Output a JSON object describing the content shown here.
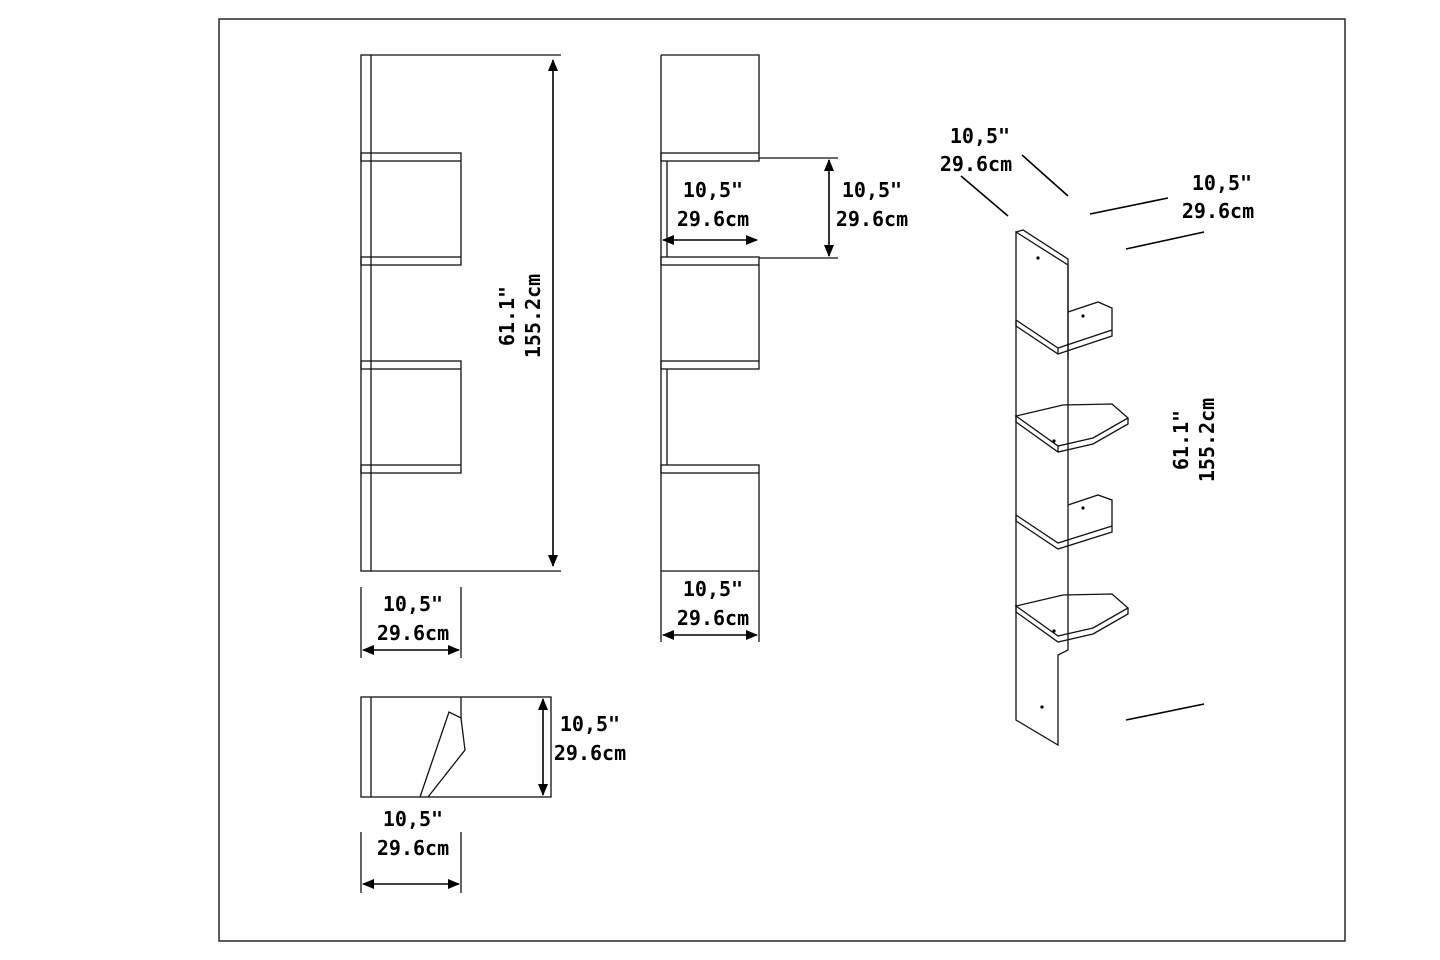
{
  "drawing": {
    "dim_inch": "10,5\"",
    "dim_cm": "29.6cm",
    "height_inch": "61.1\"",
    "height_cm": "155.2cm"
  }
}
